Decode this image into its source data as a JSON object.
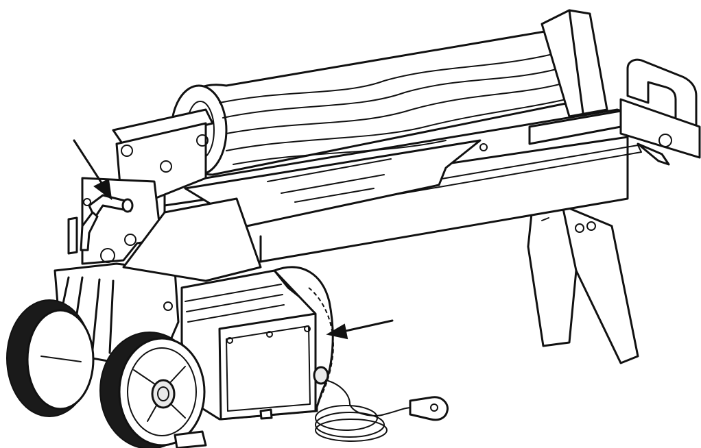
{
  "figure": {
    "subject": "electric-log-splitter",
    "colors": {
      "line": "#111111",
      "background": "#ffffff"
    }
  },
  "callouts": [
    {
      "id": "arrow-valve-lever",
      "points_to": "valve-lever"
    },
    {
      "id": "arrow-motor-fan",
      "points_to": "motor-fan-cover"
    }
  ]
}
